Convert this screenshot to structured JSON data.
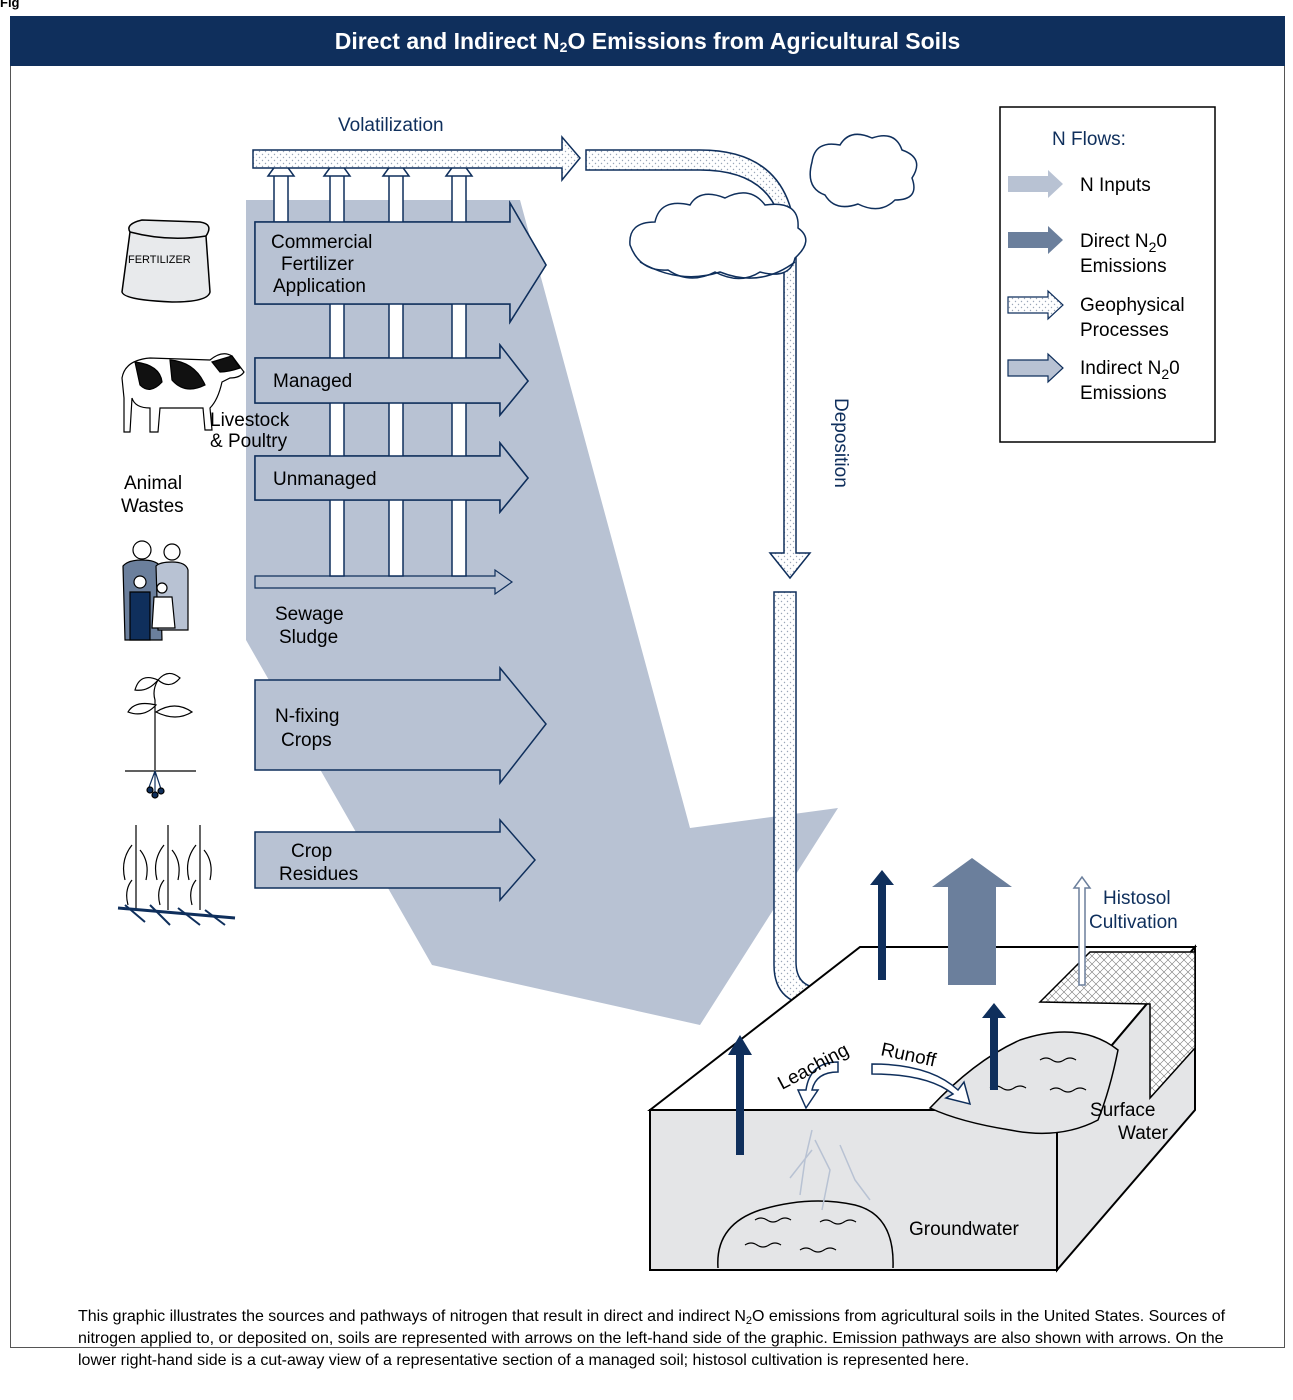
{
  "figure_label": "Figure",
  "title": {
    "prefix": "Direct and Indirect N",
    "sub": "2",
    "suffix": "O Emissions from Agricultural Soils"
  },
  "flows": {
    "volatilization": "Volatilization",
    "deposition": "Deposition",
    "leaching": "Leaching",
    "runoff": "Runoff"
  },
  "sources": {
    "fertilizer_bag": "FERTILIZER",
    "commercial_fertilizer": [
      "Commercial",
      "Fertilizer",
      "Application"
    ],
    "managed": "Managed",
    "livestock": [
      "Livestock",
      "& Poultry"
    ],
    "unmanaged": "Unmanaged",
    "animal_wastes": [
      "Animal",
      "Wastes"
    ],
    "sewage_sludge": [
      "Sewage",
      "Sludge"
    ],
    "n_fixing": [
      "N-fixing",
      "Crops"
    ],
    "crop_residues": [
      "Crop",
      "Residues"
    ]
  },
  "soil": {
    "histosol": [
      "Histosol",
      "Cultivation"
    ],
    "surface_water": [
      "Surface",
      "Water"
    ],
    "groundwater": "Groundwater"
  },
  "legend": {
    "title": "N Flows:",
    "n_inputs": "N Inputs",
    "direct": [
      "Direct N",
      "2",
      "0",
      "Emissions"
    ],
    "geophysical": [
      "Geophysical",
      "Processes"
    ],
    "indirect": [
      "Indirect N",
      "2",
      "0",
      "Emissions"
    ]
  },
  "caption": {
    "part1": "This graphic illustrates the sources and pathways of nitrogen that result in direct and indirect N",
    "sub": "2",
    "part2": "O emissions from agricultural soils in the United States. Sources of nitrogen applied to, or deposited on, soils are represented with arrows on the left-hand side of the graphic. Emission pathways are also shown with arrows. On the lower right-hand side is a cut-away view of a representative section of a managed soil; histosol cultivation is represented here."
  },
  "colors": {
    "navy": "#0f2f5c",
    "n_input_gray": "#b8c2d3",
    "direct_blue": "#6b7f9c",
    "soil_gray": "#e4e5e7"
  }
}
